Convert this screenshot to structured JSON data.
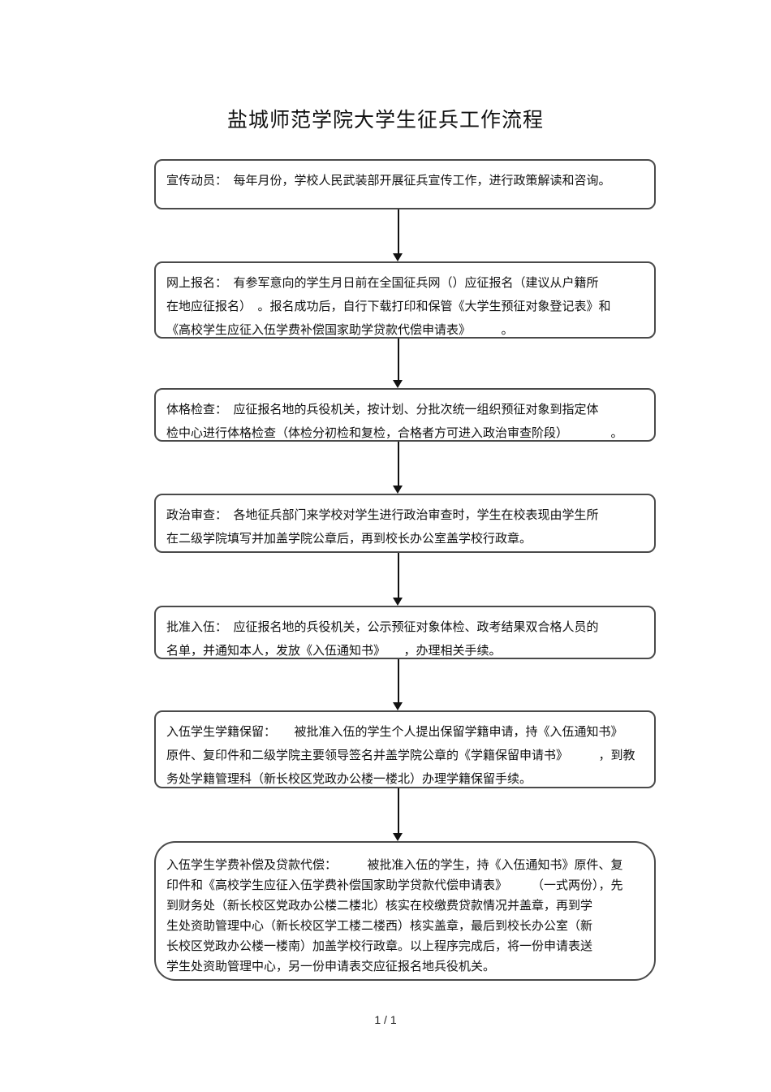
{
  "page": {
    "title": "盐城师范学院大学生征兵工作流程",
    "footer": "1 / 1"
  },
  "colors": {
    "box_border": "#4a4a4a",
    "text": "#111111",
    "arrow": "#111111",
    "background": "#ffffff"
  },
  "icons": {
    "flow_connector": "arrow-down"
  },
  "flowchart": {
    "steps": [
      {
        "label": "宣传动员",
        "lines": [
          "宣传动员：　每年月份，学校人民武装部开展征兵宣传工作，进行政策解读和咨询。"
        ]
      },
      {
        "label": "网上报名",
        "lines": [
          "网上报名：　有参军意向的学生月日前在全国征兵网（）应征报名（建议从户籍所",
          "在地应征报名）　。报名成功后，自行下载打印和保管《大学生预征对象登记表》和",
          "《高校学生应征入伍学费补偿国家助学贷款代偿申请表》　　　。"
        ]
      },
      {
        "label": "体格检查",
        "lines": [
          "体格检查：　应征报名地的兵役机关，按计划、分批次统一组织预征对象到指定体",
          "检中心进行体格检查（体检分初检和复检，合格者方可进入政治审查阶段）　　　　。"
        ]
      },
      {
        "label": "政治审查",
        "lines": [
          "政治审查：　各地征兵部门来学校对学生进行政治审查时，学生在校表现由学生所",
          "在二级学院填写并加盖学院公章后，再到校长办公室盖学校行政章。"
        ]
      },
      {
        "label": "批准入伍",
        "lines": [
          "批准入伍：　应征报名地的兵役机关，公示预征对象体检、政考结果双合格人员的",
          "名单，并通知本人，发放《入伍通知书》　　，办理相关手续。"
        ]
      },
      {
        "label": "入伍学生学籍保留",
        "lines": [
          "入伍学生学籍保留：　　被批准入伍的学生个人提出保留学籍申请，持《入伍通知书》",
          "原件、复印件和二级学院主要领导签名并盖学院公章的《学籍保留申请书》　　　，到教",
          "务处学籍管理科（新长校区党政办公楼一楼北）办理学籍保留手续。"
        ]
      },
      {
        "label": "入伍学生学费补偿及贷款代偿",
        "lines": [
          "入伍学生学费补偿及贷款代偿：　　　被批准入伍的学生，持《入伍通知书》原件、复",
          "印件和《高校学生应征入伍学费补偿国家助学贷款代偿申请表》　　　（一式两份），先",
          "到财务处（新长校区党政办公楼二楼北）核实在校缴费贷款情况并盖章，再到学",
          "生处资助管理中心（新长校区学工楼二楼西）核实盖章，最后到校长办公室（新",
          "长校区党政办公楼一楼南）加盖学校行政章。以上程序完成后，将一份申请表送",
          "学生处资助管理中心，另一份申请表交应征报名地兵役机关。"
        ]
      }
    ]
  }
}
